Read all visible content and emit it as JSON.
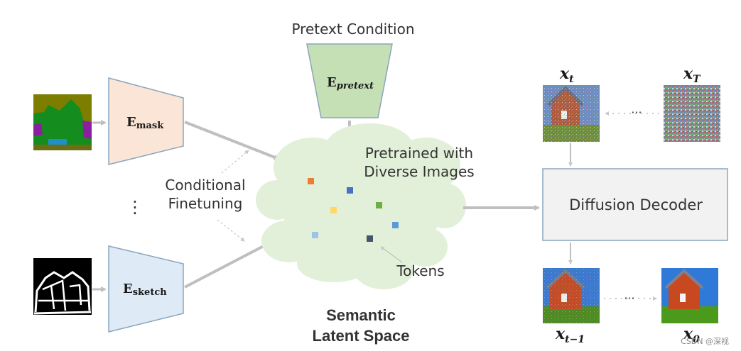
{
  "pretext_condition": "Pretext Condition",
  "encoders": {
    "pretext": {
      "main": "E",
      "sub": "pretext"
    },
    "mask": {
      "main": "E",
      "sub": "mask"
    },
    "sketch": {
      "main": "E",
      "sub": "sketch"
    }
  },
  "conditional_finetuning": [
    "Conditional",
    "Finetuning"
  ],
  "vertical_dots": "⋮",
  "cloud_text": [
    "Pretrained with",
    "Diverse Images"
  ],
  "tokens_label": "Tokens",
  "space_title": [
    "Semantic",
    "Latent Space"
  ],
  "decoder_label": "Diffusion Decoder",
  "math": {
    "xt": {
      "base": "x",
      "sub": "t"
    },
    "xT": {
      "base": "x",
      "sub": "T"
    },
    "xt1": {
      "base": "x",
      "sub": "t−1"
    },
    "x0": {
      "base": "x",
      "sub": "0"
    }
  },
  "ellipsis": "···",
  "watermark": "CSDN @深视",
  "colors": {
    "pretext_fill": "#c5e0b4",
    "mask_fill": "#fbe5d6",
    "sketch_fill": "#deebf7",
    "cloud_fill": "#e2f0d9",
    "arrow": "#bfbfbf",
    "token_orange": "#ed7d31",
    "token_blue": "#4472c4",
    "token_green": "#70ad47",
    "token_yellow": "#ffd966",
    "token_lightblue": "#5b9bd5",
    "token_paleblue": "#9dc3e6",
    "token_navy": "#44546a"
  }
}
